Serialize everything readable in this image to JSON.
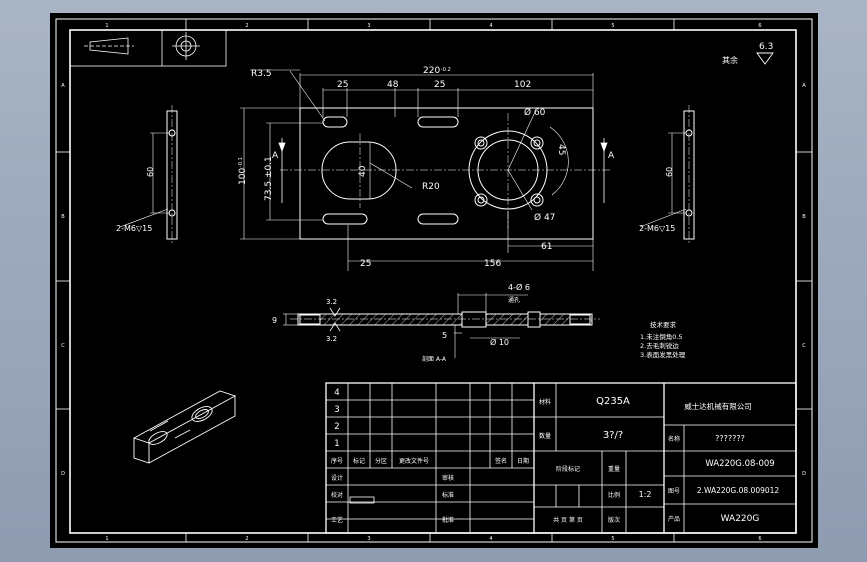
{
  "border_refs": {
    "top": [
      "1",
      "2",
      "3",
      "4",
      "5",
      "6"
    ],
    "bottom": [
      "1",
      "2",
      "3",
      "4",
      "5",
      "6"
    ],
    "left": [
      "A",
      "B",
      "C",
      "D"
    ],
    "right": [
      "A",
      "B",
      "C",
      "D"
    ]
  },
  "roughness": "6.3",
  "roughness_prefix": "其余",
  "dimensions": {
    "overall_length": "220",
    "overall_length_tol": "-0.2",
    "d25_left": "25",
    "d48": "48",
    "d25_mid": "25",
    "d102": "102",
    "r35": "R3.5",
    "phi60": "Ø 60",
    "d45": "45",
    "d40": "40",
    "r20": "R20",
    "phi47": "Ø 47",
    "d61": "61",
    "d25_bottom": "25",
    "d156": "156",
    "height100": "100",
    "height100_tol": "-0.1",
    "d73": "73.5 ±0.1",
    "side60": "60",
    "hole_note": "2-M6▽15",
    "section_arrow": "A"
  },
  "section": {
    "holes": "4-Ø 6",
    "note": "通孔",
    "thickness": "9",
    "depth5": "5",
    "phi10": "Ø 10",
    "label": "剖面 A-A",
    "rough_top": "3.2",
    "rough_bot": "3.2"
  },
  "tech_req": {
    "title": "技术要求",
    "items": [
      "1.未注倒角0.5",
      "2.去毛刺锐边",
      "3.表面发黑处理"
    ]
  },
  "title_block": {
    "rev_numbers": [
      "4",
      "3",
      "2",
      "1"
    ],
    "rev_headers": [
      "序号",
      "标记",
      "分区",
      "更改文件号",
      "签名",
      "日期"
    ],
    "sign_labels": [
      "设计",
      "校对",
      "工艺"
    ],
    "sign_labels2": [
      "审核",
      "标准",
      "批准"
    ],
    "material_label": "材料",
    "material": "Q235A",
    "qty_label": "数量",
    "qty": "3?/?",
    "company": "威士达机械有限公司",
    "part_name_label": "名称",
    "part_name": "???????",
    "stage_label": "阶段标记",
    "weight_label": "重量",
    "scale_label": "比例",
    "scale": "1:2",
    "sheet_label": "共 页 第 页",
    "version_label": "版次",
    "drawing_no_label": "图号",
    "drawing_no": "WA220G.08-009",
    "assembly_no": "2.WA220G.08.009012",
    "product_label": "产品",
    "product": "WA220G"
  }
}
